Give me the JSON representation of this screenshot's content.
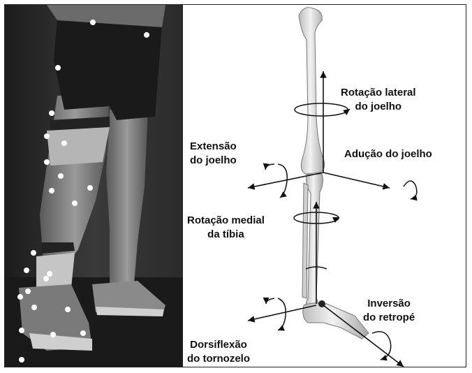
{
  "figure": {
    "labels": {
      "knee_lateral_rotation": [
        "Rotação lateral",
        "do joelho"
      ],
      "knee_extension": [
        "Extensão",
        "do joelho"
      ],
      "knee_adduction": [
        "Adução do joelho"
      ],
      "tibia_medial_rotation": [
        "Rotação medial",
        "da tíbia"
      ],
      "rearfoot_inversion": [
        "Inversão",
        "do retropé"
      ],
      "ankle_dorsiflexion": [
        "Dorsiflexão",
        "do tornozelo"
      ]
    },
    "colors": {
      "photo_background": "#2a2a2a",
      "marker": "#ffffff",
      "bone": "#e8e8e8",
      "axis": "#111111"
    }
  }
}
